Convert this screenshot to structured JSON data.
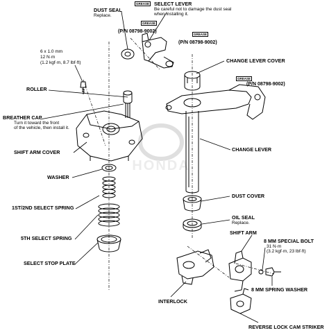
{
  "watermark": "HONDA",
  "grease_tag": "GREASE",
  "labels": {
    "dust_seal": "DUST SEAL",
    "dust_seal_note": "Replace.",
    "select_lever": "SELECT LEVER",
    "select_lever_note1": "Be careful not to damage the dust seal",
    "select_lever_note2": "when installing it.",
    "pn_1": "(P/N 08798-9002)",
    "pn_2": "(P/N 08798-9002)",
    "pn_3": "(P/N 08798-9002)",
    "bolt_spec1": "6 x 1.0 mm",
    "bolt_spec2": "12 N·m",
    "bolt_spec3": "(1.2 kgf·m, 8.7 lbf·ft)",
    "change_lever_cover": "CHANGE LEVER COVER",
    "roller": "ROLLER",
    "breather_cap": "BREATHER CAP",
    "breather_note1": "Turn it toward the front",
    "breather_note2": "of the vehicle, then install it.",
    "shift_arm_cover": "SHIFT ARM COVER",
    "change_lever": "CHANGE LEVER",
    "washer": "WASHER",
    "dust_cover": "DUST COVER",
    "select_spring_1st2nd": "1ST/2ND SELECT SPRING",
    "oil_seal": "OIL SEAL",
    "oil_seal_note": "Replace.",
    "select_spring_5th": "5TH SELECT SPRING",
    "shift_arm": "SHIFT ARM",
    "special_bolt1": "8 mm SPECIAL BOLT",
    "special_bolt2": "31 N·m",
    "special_bolt3": "(3.2 kgf·m, 23 lbf·ft)",
    "select_stop_plate": "SELECT STOP PLATE",
    "spring_washer": "8 mm SPRING WASHER",
    "interlock": "INTERLOCK",
    "reverse_lock_cam_striker": "REVERSE LOCK CAM STRIKER"
  }
}
